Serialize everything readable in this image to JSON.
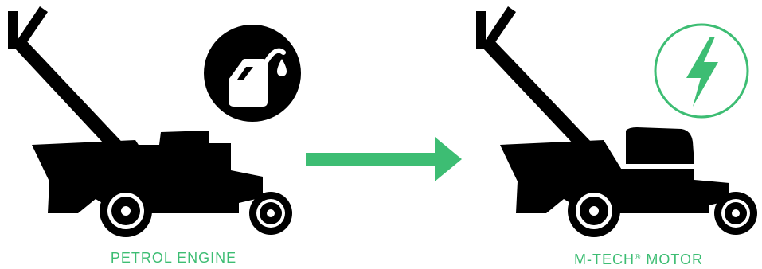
{
  "colors": {
    "accent": "#3dbd73",
    "ink": "#000000",
    "background": "#ffffff"
  },
  "petrol": {
    "caption": "PETROL ENGINE",
    "icon": "fuel-can-icon"
  },
  "electric": {
    "caption_main": "M-TECH",
    "caption_mark": "®",
    "caption_tail": " MOTOR",
    "icon": "lightning-bolt-icon"
  },
  "transition": {
    "icon": "arrow-right-icon"
  }
}
